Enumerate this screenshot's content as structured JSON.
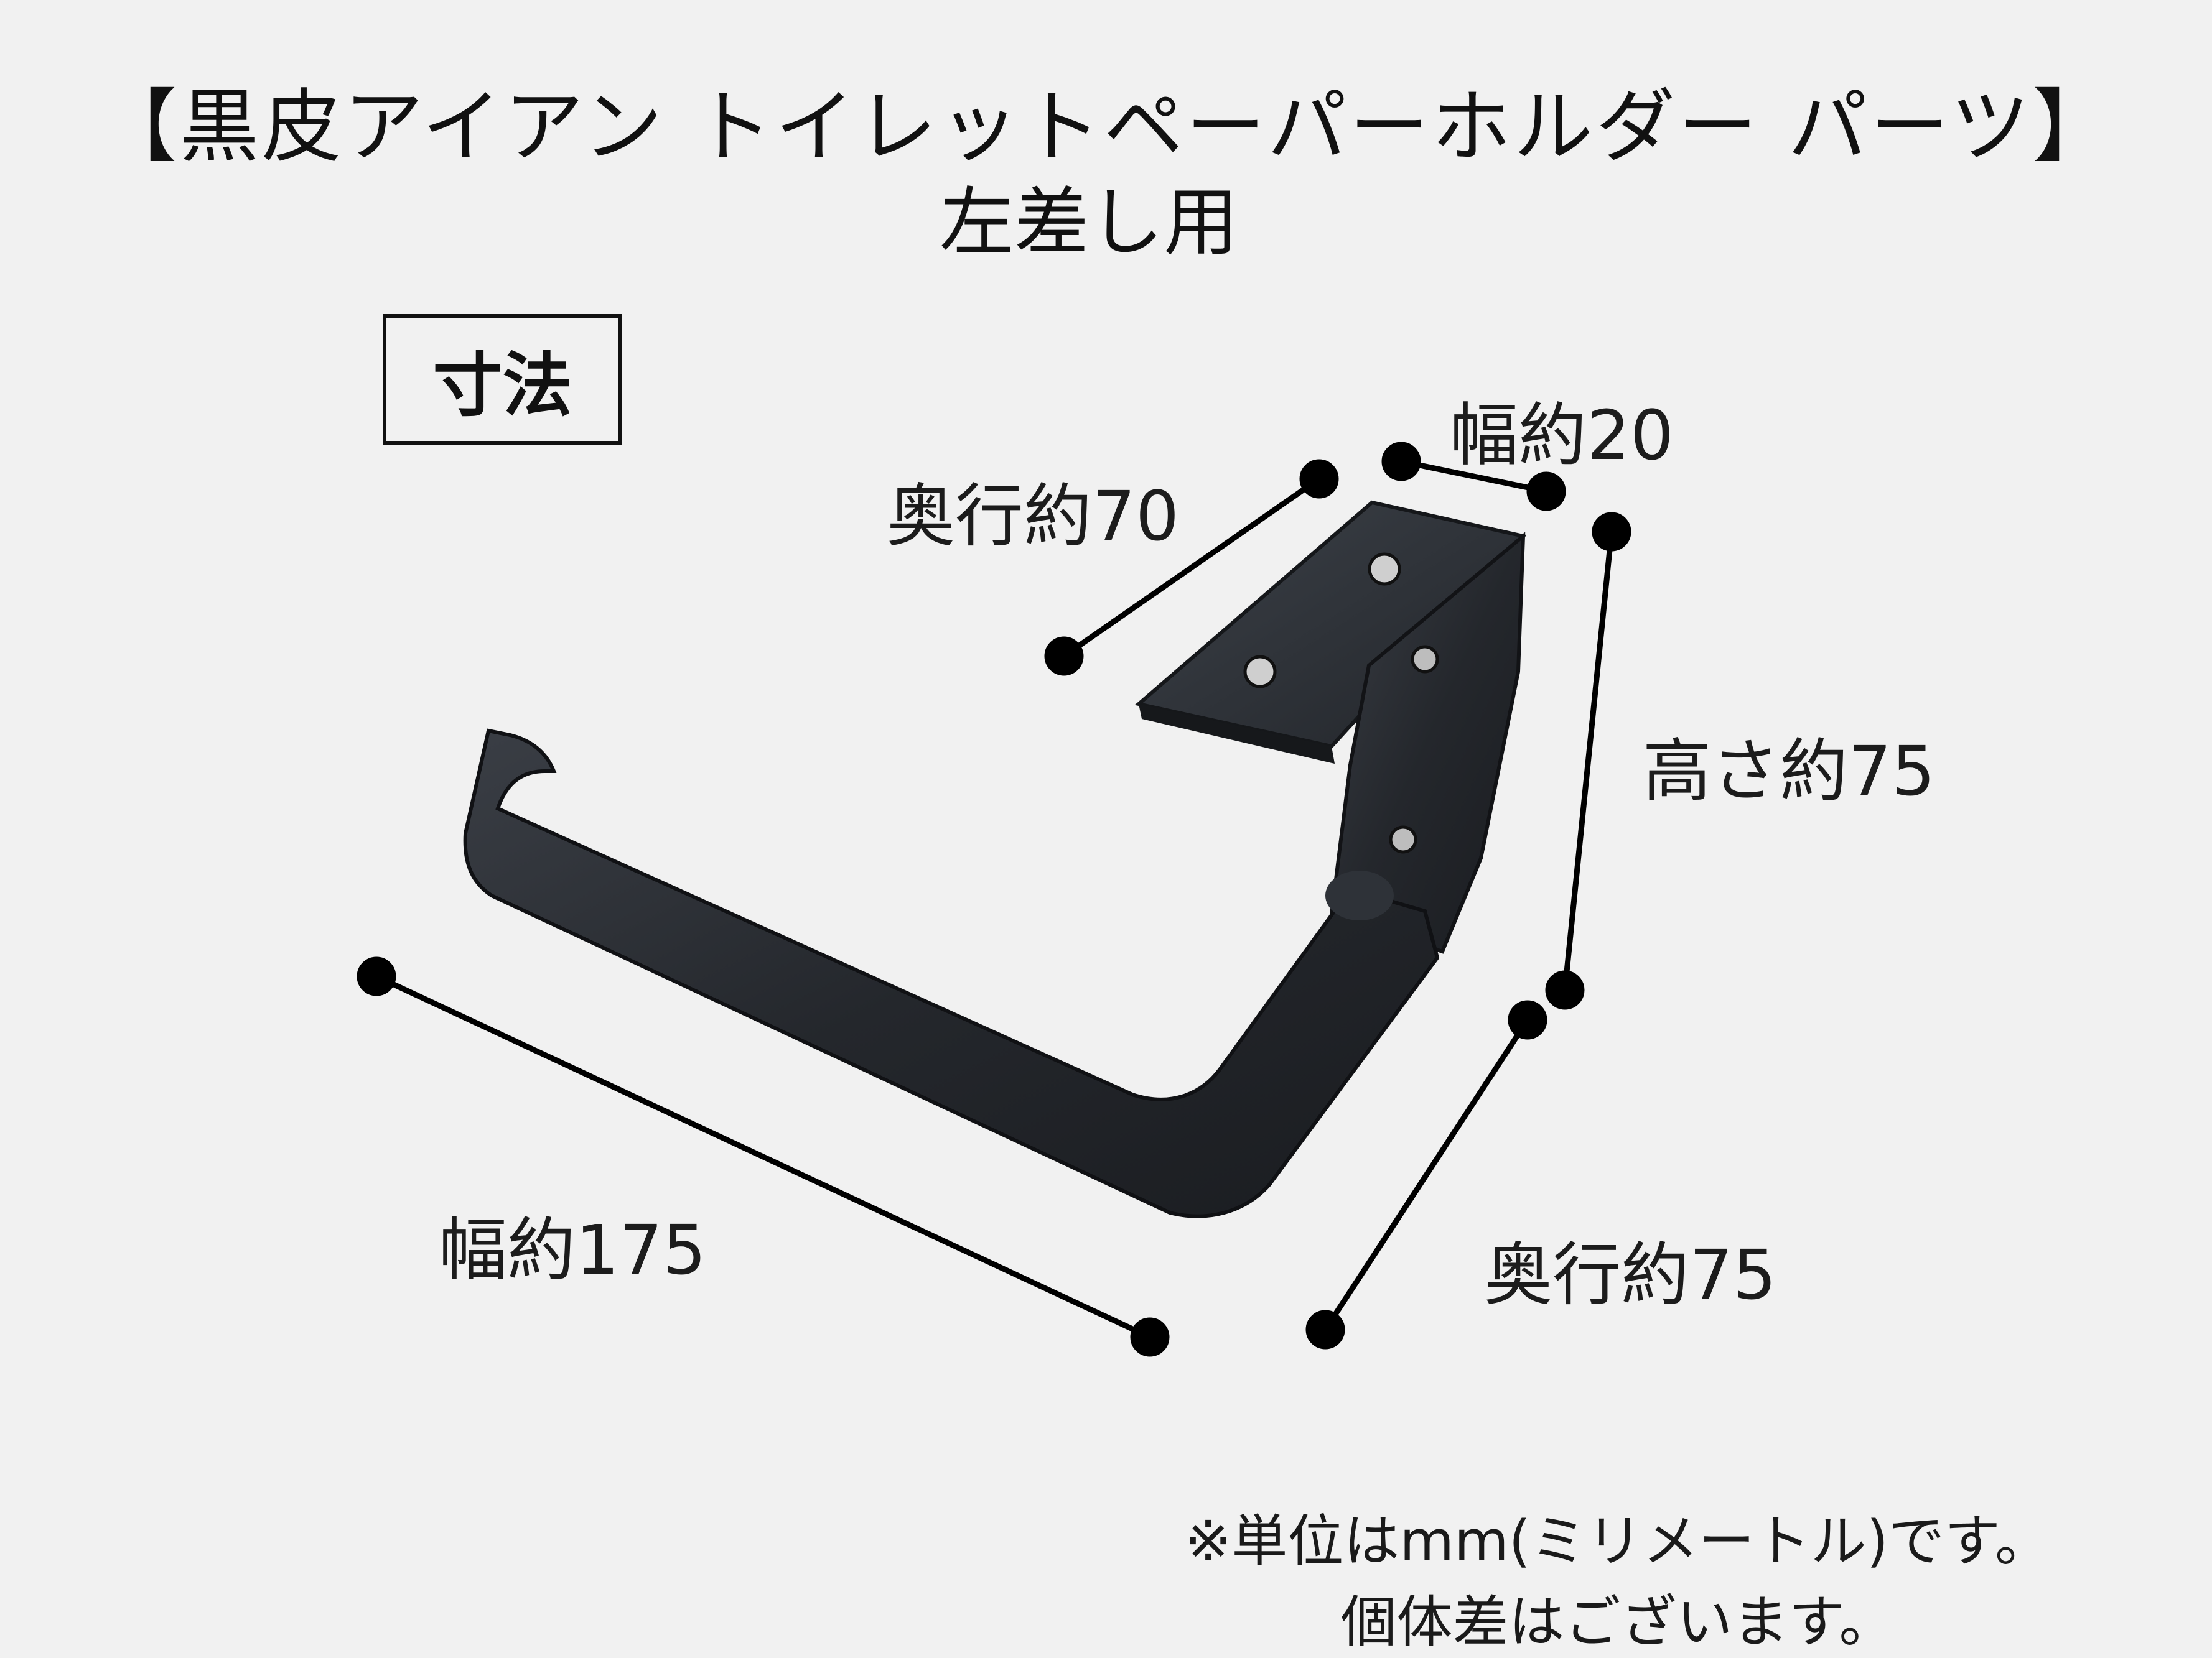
{
  "title": {
    "line1": "【黒皮アイアン トイレットペーパーホルダー パーツ】",
    "line2": "左差し用"
  },
  "section_label": "寸法",
  "dimensions": {
    "top_depth": "奥行約70",
    "top_width": "幅約20",
    "height": "高さ約75",
    "width": "幅約175",
    "bottom_depth": "奥行約75"
  },
  "notes": {
    "unit": "※単位はmm(ミリメートル)です。",
    "variance": "個体差はございます。"
  },
  "colors": {
    "background": "#f1f1f1",
    "iron": "#2c2f35",
    "text": "#1a1a1a",
    "dimension_line": "#000000"
  }
}
